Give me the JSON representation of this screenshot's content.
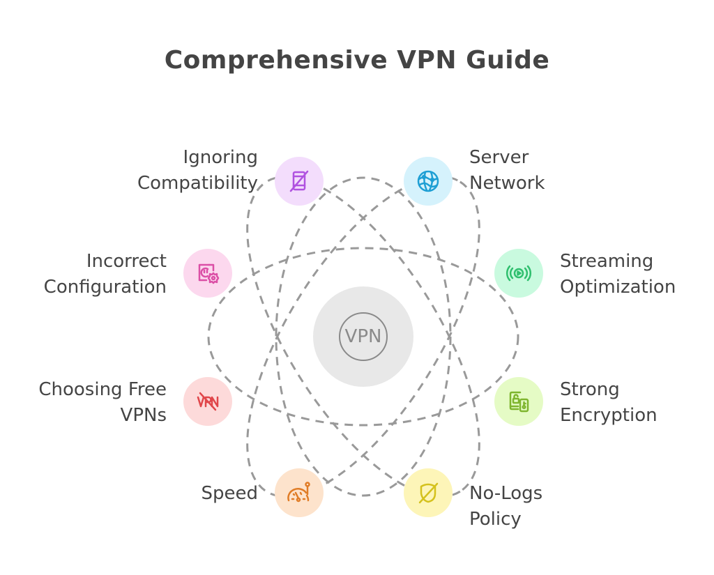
{
  "title": "Comprehensive VPN Guide",
  "center": {
    "label": "VPN",
    "icon": "vpn-badge-icon"
  },
  "nodes": [
    {
      "id": "ignoring-compatibility",
      "lines": [
        "Ignoring",
        "Compatibility"
      ],
      "icon": "device-slash-icon",
      "fill": "#f3ddfc",
      "stroke": "#b052e0",
      "side": "left"
    },
    {
      "id": "server-network",
      "lines": [
        "Server",
        "Network"
      ],
      "icon": "globe-network-icon",
      "fill": "#d5f2fc",
      "stroke": "#1e9fd4",
      "side": "right"
    },
    {
      "id": "incorrect-configuration",
      "lines": [
        "Incorrect",
        "Configuration"
      ],
      "icon": "socket-gear-icon",
      "fill": "#fcd8ee",
      "stroke": "#db4fa6",
      "side": "left"
    },
    {
      "id": "streaming-optimization",
      "lines": [
        "Streaming",
        "Optimization"
      ],
      "icon": "broadcast-play-icon",
      "fill": "#c9fadf",
      "stroke": "#2fbf6e",
      "side": "right"
    },
    {
      "id": "choosing-free-vpns",
      "lines": [
        "Choosing Free",
        "VPNs"
      ],
      "icon": "vpn-slash-icon",
      "fill": "#fddada",
      "stroke": "#e0464a",
      "side": "left"
    },
    {
      "id": "strong-encryption",
      "lines": [
        "Strong",
        "Encryption"
      ],
      "icon": "lock-key-icon",
      "fill": "#e5fbc5",
      "stroke": "#7eb52e",
      "side": "right"
    },
    {
      "id": "speed",
      "lines": [
        "Speed"
      ],
      "icon": "speedometer-icon",
      "fill": "#fde3cc",
      "stroke": "#e07c26",
      "side": "left"
    },
    {
      "id": "no-logs-policy",
      "lines": [
        "No-Logs",
        "Policy"
      ],
      "icon": "shield-slash-icon",
      "fill": "#fdf5b8",
      "stroke": "#d4c11c",
      "side": "right"
    }
  ],
  "colors": {
    "line": "#999999",
    "text": "#444444",
    "center_fill": "#e8e8e8",
    "center_stroke": "#8a8a8a"
  }
}
